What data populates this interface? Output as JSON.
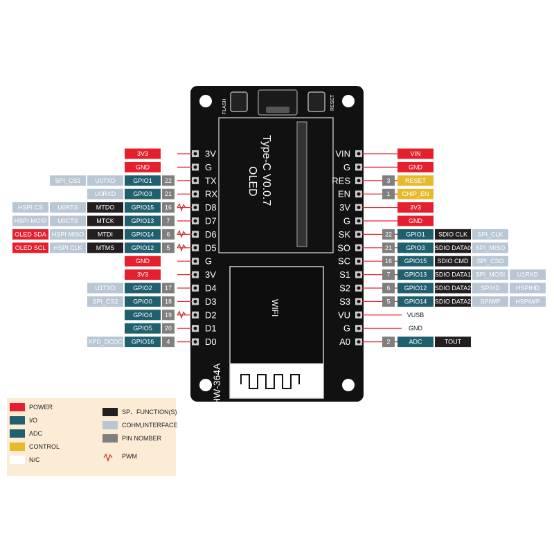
{
  "colors": {
    "power": "#e5202e",
    "io": "#1f5f6e",
    "adc": "#1f5f6e",
    "control": "#e7b92c",
    "nc": "#ffffff",
    "sp_function": "#231f20",
    "comm_interface": "#b8c7d3",
    "pin_number": "#7f7f7f",
    "pwm": "#c0392b",
    "board": "#111111",
    "wire": "#e5202e"
  },
  "board": {
    "oled_text": "OLED",
    "version_text": "Type-C V0.0.7",
    "model_text": "HW-364A",
    "module_text": "WIFI",
    "flash_label": "FLASH",
    "reset_label": "RESET",
    "left_pins": [
      "3V",
      "G",
      "TX",
      "RX",
      "D8",
      "D7",
      "D6",
      "D5",
      "G",
      "3V",
      "D4",
      "D3",
      "D2",
      "D1",
      "D0"
    ],
    "right_pins": [
      "VIN",
      "G",
      "RES",
      "EN",
      "3V",
      "G",
      "SK",
      "SO",
      "SC",
      "S1",
      "S2",
      "S3",
      "VU",
      "G",
      "A0"
    ]
  },
  "left_rows": [
    {
      "pin": "3V",
      "main": {
        "text": "3V3",
        "type": "power"
      }
    },
    {
      "pin": "G",
      "main": {
        "text": "GND",
        "type": "power"
      }
    },
    {
      "pin": "TX",
      "main": {
        "text": "GPIO1",
        "type": "io"
      },
      "num": "22",
      "func": {
        "text": "U0TXD",
        "type": "comm"
      },
      "alt": {
        "text": "SPI_CS1",
        "type": "comm"
      }
    },
    {
      "pin": "RX",
      "main": {
        "text": "GPIO3",
        "type": "io"
      },
      "num": "21",
      "func": {
        "text": "U0RXD",
        "type": "comm"
      }
    },
    {
      "pin": "D8",
      "main": {
        "text": "GPIO15",
        "type": "io"
      },
      "num": "16",
      "pwm": true,
      "func": {
        "text": "MTDO",
        "type": "sp"
      },
      "func2": {
        "text": "U0RTS",
        "type": "comm"
      },
      "alt": {
        "text": "HSPI CS",
        "type": "comm"
      }
    },
    {
      "pin": "D7",
      "main": {
        "text": "GPIO13",
        "type": "io"
      },
      "num": "7",
      "func": {
        "text": "MTCK",
        "type": "sp"
      },
      "func2": {
        "text": "U0CTS",
        "type": "comm"
      },
      "alt": {
        "text": "HSPI MOSI",
        "type": "comm"
      }
    },
    {
      "pin": "D6",
      "main": {
        "text": "GPIO14",
        "type": "io"
      },
      "num": "6",
      "pwm": true,
      "func": {
        "text": "MTDI",
        "type": "sp"
      },
      "func2": {
        "text": "HSPI MISO",
        "type": "comm"
      },
      "alt": {
        "text": "OLED SDA",
        "type": "power"
      }
    },
    {
      "pin": "D5",
      "main": {
        "text": "GPIO12",
        "type": "io"
      },
      "num": "5",
      "pwm": true,
      "func": {
        "text": "MTMS",
        "type": "sp"
      },
      "func2": {
        "text": "HSPI CLK",
        "type": "comm"
      },
      "alt": {
        "text": "OLED SCL",
        "type": "power"
      }
    },
    {
      "pin": "G",
      "main": {
        "text": "GND",
        "type": "power"
      }
    },
    {
      "pin": "3V",
      "main": {
        "text": "3V3",
        "type": "power"
      }
    },
    {
      "pin": "D4",
      "main": {
        "text": "GPIO2",
        "type": "io"
      },
      "num": "17",
      "func": {
        "text": "U1TXD",
        "type": "comm"
      }
    },
    {
      "pin": "D3",
      "main": {
        "text": "GPIO0",
        "type": "io"
      },
      "num": "18",
      "func": {
        "text": "SPI_CS2",
        "type": "comm"
      }
    },
    {
      "pin": "D2",
      "main": {
        "text": "GPIO4",
        "type": "io"
      },
      "num": "19",
      "pwm": true
    },
    {
      "pin": "D1",
      "main": {
        "text": "GPIO5",
        "type": "io"
      },
      "num": "20"
    },
    {
      "pin": "D0",
      "main": {
        "text": "GPIO16",
        "type": "io"
      },
      "num": "4",
      "func": {
        "text": "XPD_DCDC",
        "type": "comm"
      }
    }
  ],
  "right_rows": [
    {
      "pin": "VIN",
      "main": {
        "text": "VIN",
        "type": "power"
      }
    },
    {
      "pin": "G",
      "main": {
        "text": "GND",
        "type": "power"
      }
    },
    {
      "pin": "RES",
      "main": {
        "text": "RESET",
        "type": "control"
      },
      "num": "3"
    },
    {
      "pin": "EN",
      "main": {
        "text": "CHIP_EN",
        "type": "control"
      },
      "num": "1"
    },
    {
      "pin": "3V",
      "main": {
        "text": "3V3",
        "type": "power"
      }
    },
    {
      "pin": "G",
      "main": {
        "text": "GND",
        "type": "power"
      }
    },
    {
      "pin": "SK",
      "main": {
        "text": "GPIO1",
        "type": "io"
      },
      "num": "22",
      "func": {
        "text": "SDIO CLK",
        "type": "sp"
      },
      "func2": {
        "text": "SPI_CLK",
        "type": "comm"
      }
    },
    {
      "pin": "SO",
      "main": {
        "text": "GPIO3",
        "type": "io"
      },
      "num": "21",
      "func": {
        "text": "SDIO DATA0",
        "type": "sp"
      },
      "func2": {
        "text": "SPI_MISO",
        "type": "comm"
      }
    },
    {
      "pin": "SC",
      "main": {
        "text": "GPIO15",
        "type": "io"
      },
      "num": "16",
      "func": {
        "text": "SDIO CMD",
        "type": "sp"
      },
      "func2": {
        "text": "SPI_CSO",
        "type": "comm"
      }
    },
    {
      "pin": "S1",
      "main": {
        "text": "GPIO13",
        "type": "io"
      },
      "num": "7",
      "func": {
        "text": "SDIO DATA1",
        "type": "sp"
      },
      "func2": {
        "text": "SPI_MOSI",
        "type": "comm"
      },
      "alt": {
        "text": "U1RXD",
        "type": "comm"
      }
    },
    {
      "pin": "S2",
      "main": {
        "text": "GPIO12",
        "type": "io"
      },
      "num": "6",
      "func": {
        "text": "SDIO DATA2",
        "type": "sp"
      },
      "func2": {
        "text": "SPIHD",
        "type": "comm"
      },
      "alt": {
        "text": "HSPIHD",
        "type": "comm"
      }
    },
    {
      "pin": "S3",
      "main": {
        "text": "GPIO14",
        "type": "io"
      },
      "num": "5",
      "func": {
        "text": "SDIO DATA2",
        "type": "sp"
      },
      "func2": {
        "text": "SPIWP",
        "type": "comm"
      },
      "alt": {
        "text": "HSPIWP",
        "type": "comm"
      }
    },
    {
      "pin": "VU",
      "plain": "VUSB"
    },
    {
      "pin": "G",
      "plain": "GND"
    },
    {
      "pin": "A0",
      "main": {
        "text": "ADC",
        "type": "adc"
      },
      "num": "2",
      "func": {
        "text": "TOUT",
        "type": "sp"
      }
    }
  ],
  "legend": {
    "left": [
      {
        "label": "POWER",
        "color": "#e5202e"
      },
      {
        "label": "I/O",
        "color": "#1f5f6e"
      },
      {
        "label": "ADC",
        "color": "#1f5f6e"
      },
      {
        "label": "CONTROL",
        "color": "#e7b92c"
      },
      {
        "label": "N/C",
        "color": "#ffffff"
      }
    ],
    "right": [
      {
        "label": "SP、FUNCTION(S)",
        "color": "#231f20"
      },
      {
        "label": "COHM,INTERFACE",
        "color": "#b8c7d3"
      },
      {
        "label": "PIN NOMBER",
        "color": "#7f7f7f"
      }
    ],
    "pwm_label": "PWM"
  }
}
